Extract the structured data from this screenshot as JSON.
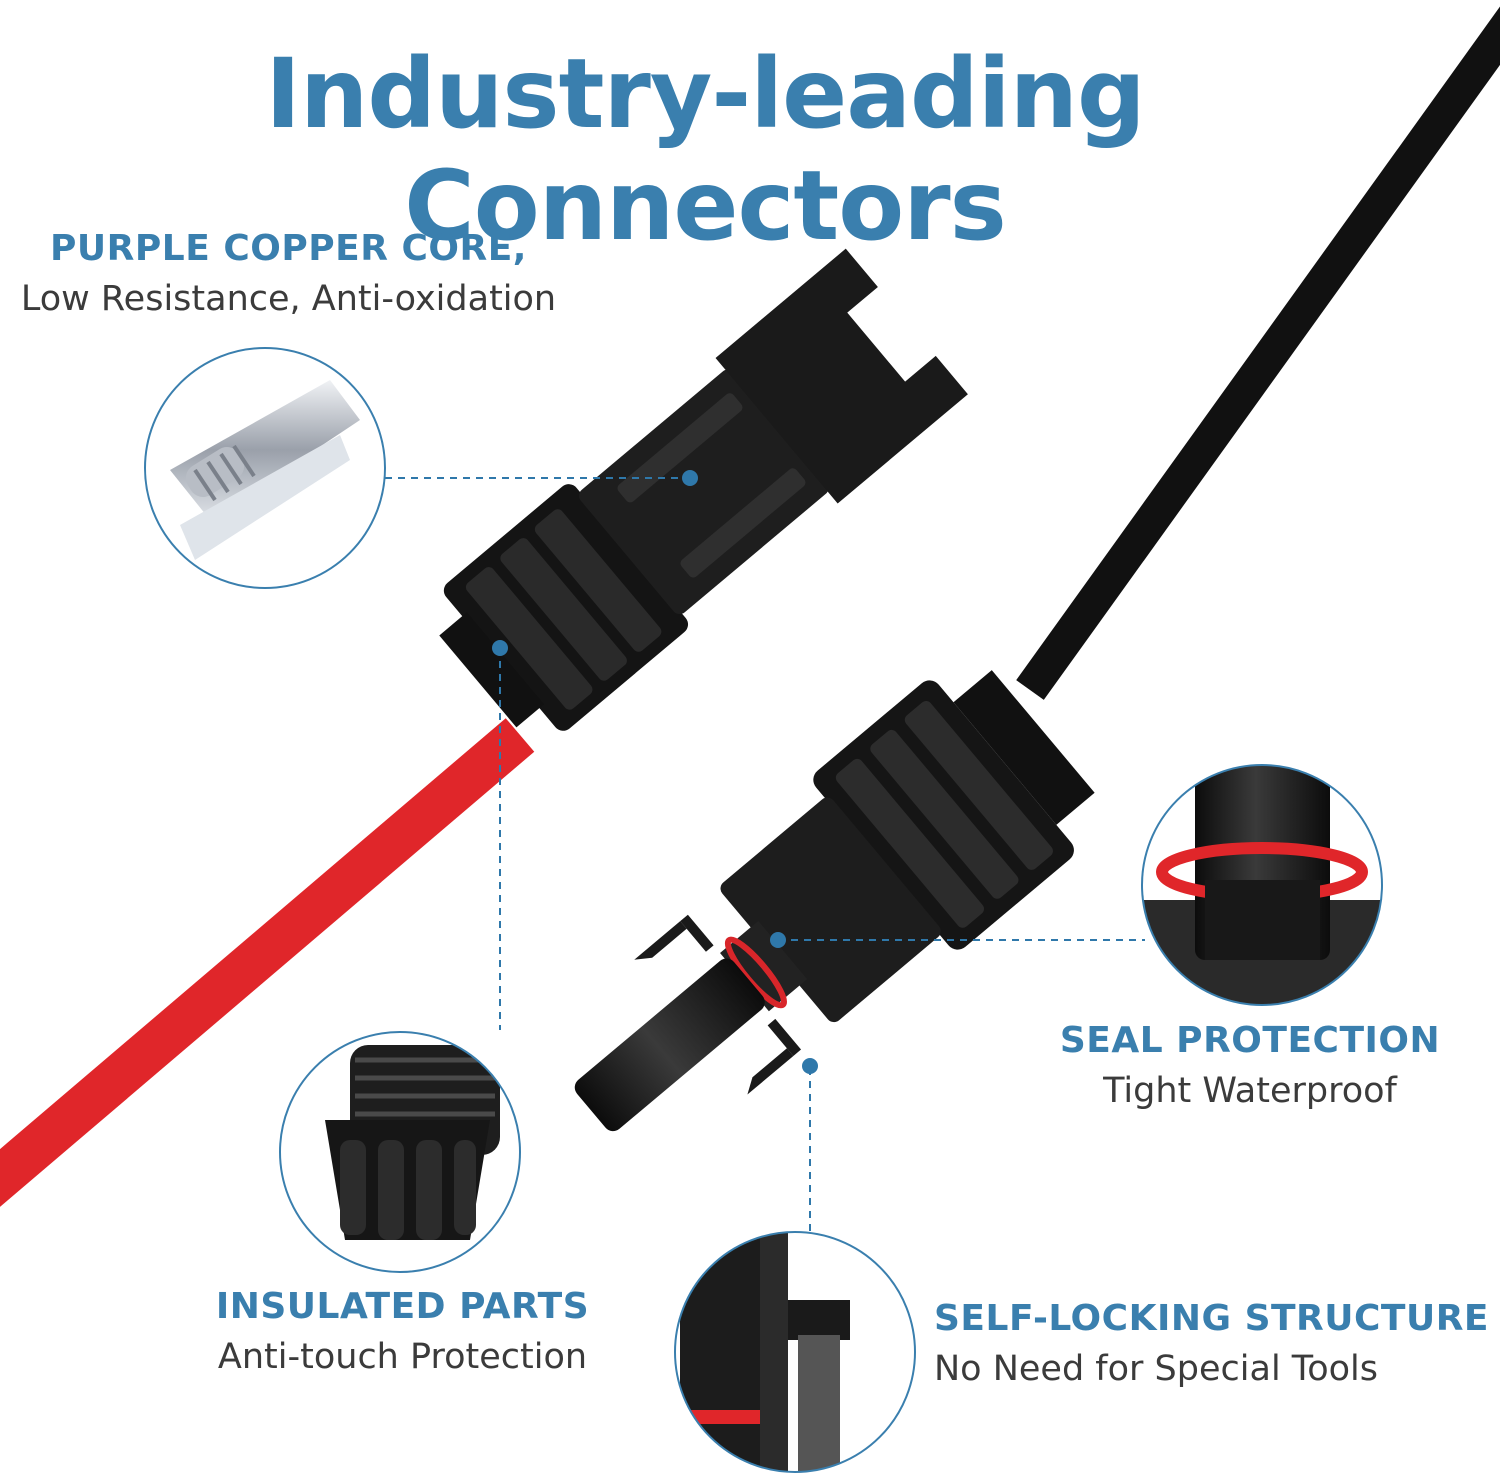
{
  "title": "Industry-leading Connectors",
  "colors": {
    "accent": "#3a7fae",
    "dot": "#2f78aa",
    "cable_red": "#e0262a",
    "cable_black": "#111111",
    "connector": "#1b1b1b"
  },
  "features": [
    {
      "heading": "PURPLE COPPER CORE,",
      "detail": "Low Resistance, Anti-oxidation",
      "icon": "copper-terminal-icon"
    },
    {
      "heading": "SEAL PROTECTION",
      "detail": "Tight Waterproof",
      "icon": "o-ring-seal-icon"
    },
    {
      "heading": "INSULATED PARTS",
      "detail": "Anti-touch Protection",
      "icon": "insulated-nut-icon"
    },
    {
      "heading": "SELF-LOCKING STRUCTURE",
      "detail": "No Need for Special Tools",
      "icon": "locking-clip-icon"
    }
  ]
}
